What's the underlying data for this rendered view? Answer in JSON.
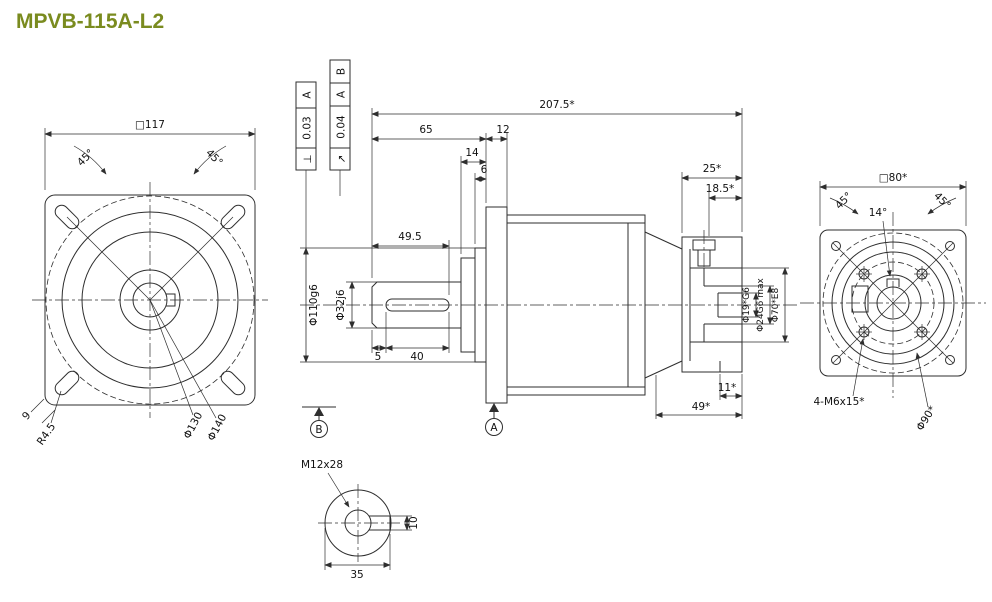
{
  "title": "MPVB-115A-L2",
  "colors": {
    "title": "#7a8b1f",
    "line": "#2e2e2e"
  },
  "front_view": {
    "square": "□117",
    "angle_left": "45°",
    "angle_right": "45°",
    "slot_width": "9",
    "radius": "R4.5",
    "bolt_circle": "Φ130",
    "outer_circle": "Φ140"
  },
  "fcf": {
    "perpendicularity": {
      "symbol": "⊥",
      "tolerance": "0.03",
      "datum": "A"
    },
    "runout": {
      "symbol": "↗",
      "tolerance": "0.04",
      "datum1": "A",
      "datum2": "B"
    }
  },
  "section_view": {
    "overall_length": "207.5*",
    "len_65": "65",
    "len_12": "12",
    "len_14": "14",
    "len_6": "6",
    "keyway_len": "49.5",
    "pilot_dia": "Φ110g6",
    "shaft_dia": "Φ32j6",
    "key_5": "5",
    "key_40": "40",
    "len_25": "25*",
    "len_18_5": "18.5*",
    "bore_19": "Φ19*G6",
    "bore_24": "Φ24G6 max",
    "bore_70": "Φ70*E8",
    "len_11": "11*",
    "len_49": "49*",
    "datum_a": "A",
    "datum_b": "B"
  },
  "rear_view": {
    "square": "□80*",
    "angle_left": "45°",
    "angle_right": "45°",
    "angle_14": "14°",
    "bolt_holes": "4-M6x15*",
    "bolt_circle": "Φ90*"
  },
  "detail_view": {
    "thread": "M12x28",
    "key_width": "10",
    "length": "35"
  }
}
